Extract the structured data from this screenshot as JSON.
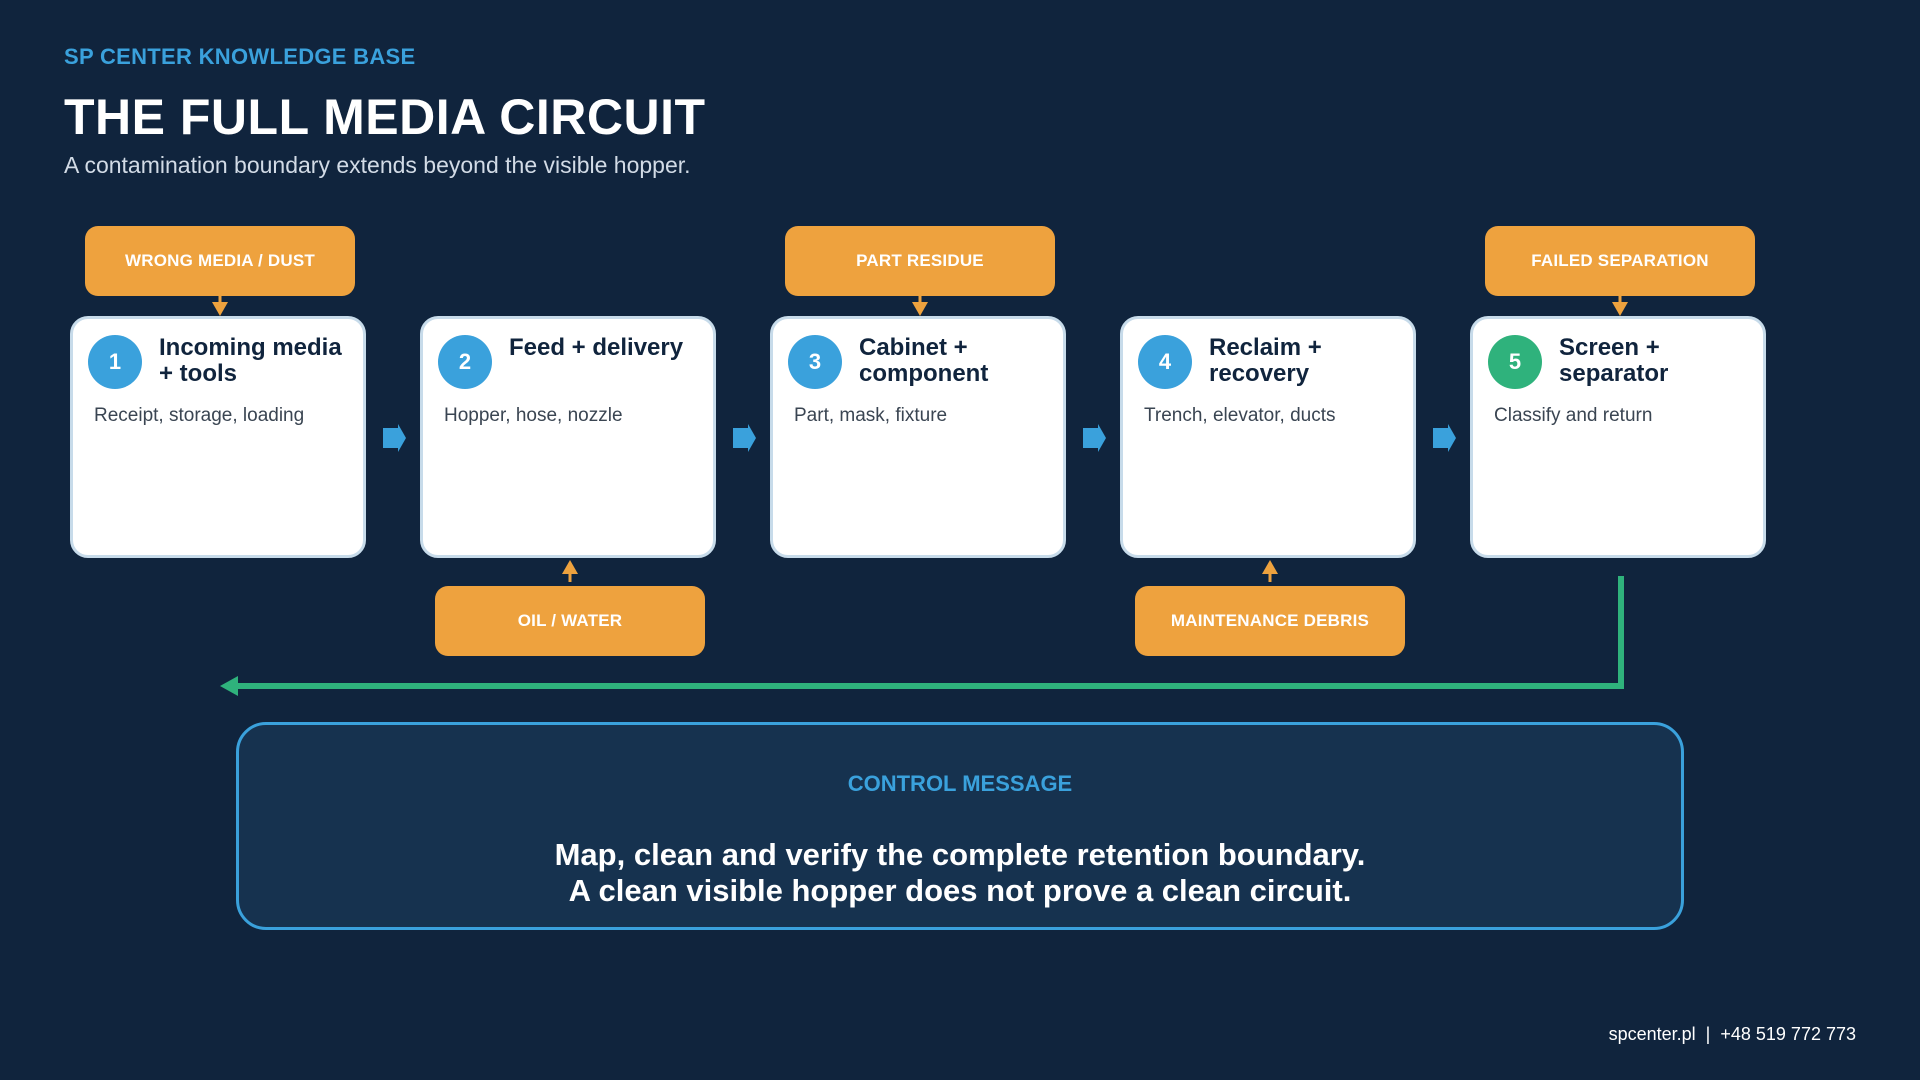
{
  "header": {
    "kicker": "SP CENTER KNOWLEDGE BASE",
    "title": "THE FULL MEDIA CIRCUIT",
    "subtitle": "A contamination boundary extends beyond the visible hopper."
  },
  "stages": [
    {
      "number": "1",
      "title": "Incoming media + tools",
      "description": "Receipt, storage, loading"
    },
    {
      "number": "2",
      "title": "Feed + delivery",
      "description": "Hopper, hose, nozzle"
    },
    {
      "number": "3",
      "title": "Cabinet + component",
      "description": "Part, mask, fixture"
    },
    {
      "number": "4",
      "title": "Reclaim + recovery",
      "description": "Trench, elevator, ducts"
    },
    {
      "number": "5",
      "title": "Screen + separator",
      "description": "Classify and return"
    }
  ],
  "contamination_sources": {
    "top": [
      "WRONG MEDIA / DUST",
      "PART RESIDUE",
      "FAILED SEPARATION"
    ],
    "bottom": [
      "OIL / WATER",
      "MAINTENANCE DEBRIS"
    ]
  },
  "control": {
    "label": "CONTROL MESSAGE",
    "line1": "Map, clean and verify the complete retention boundary.",
    "line2": "A clean visible hopper does not prove a clean circuit."
  },
  "footer": {
    "contact": "spcenter.pl  |  +48 519 772 773"
  },
  "colors": {
    "background": "#10243d",
    "accent_blue": "#3aa1dc",
    "accent_orange": "#eea23e",
    "accent_green": "#2fb27c"
  }
}
